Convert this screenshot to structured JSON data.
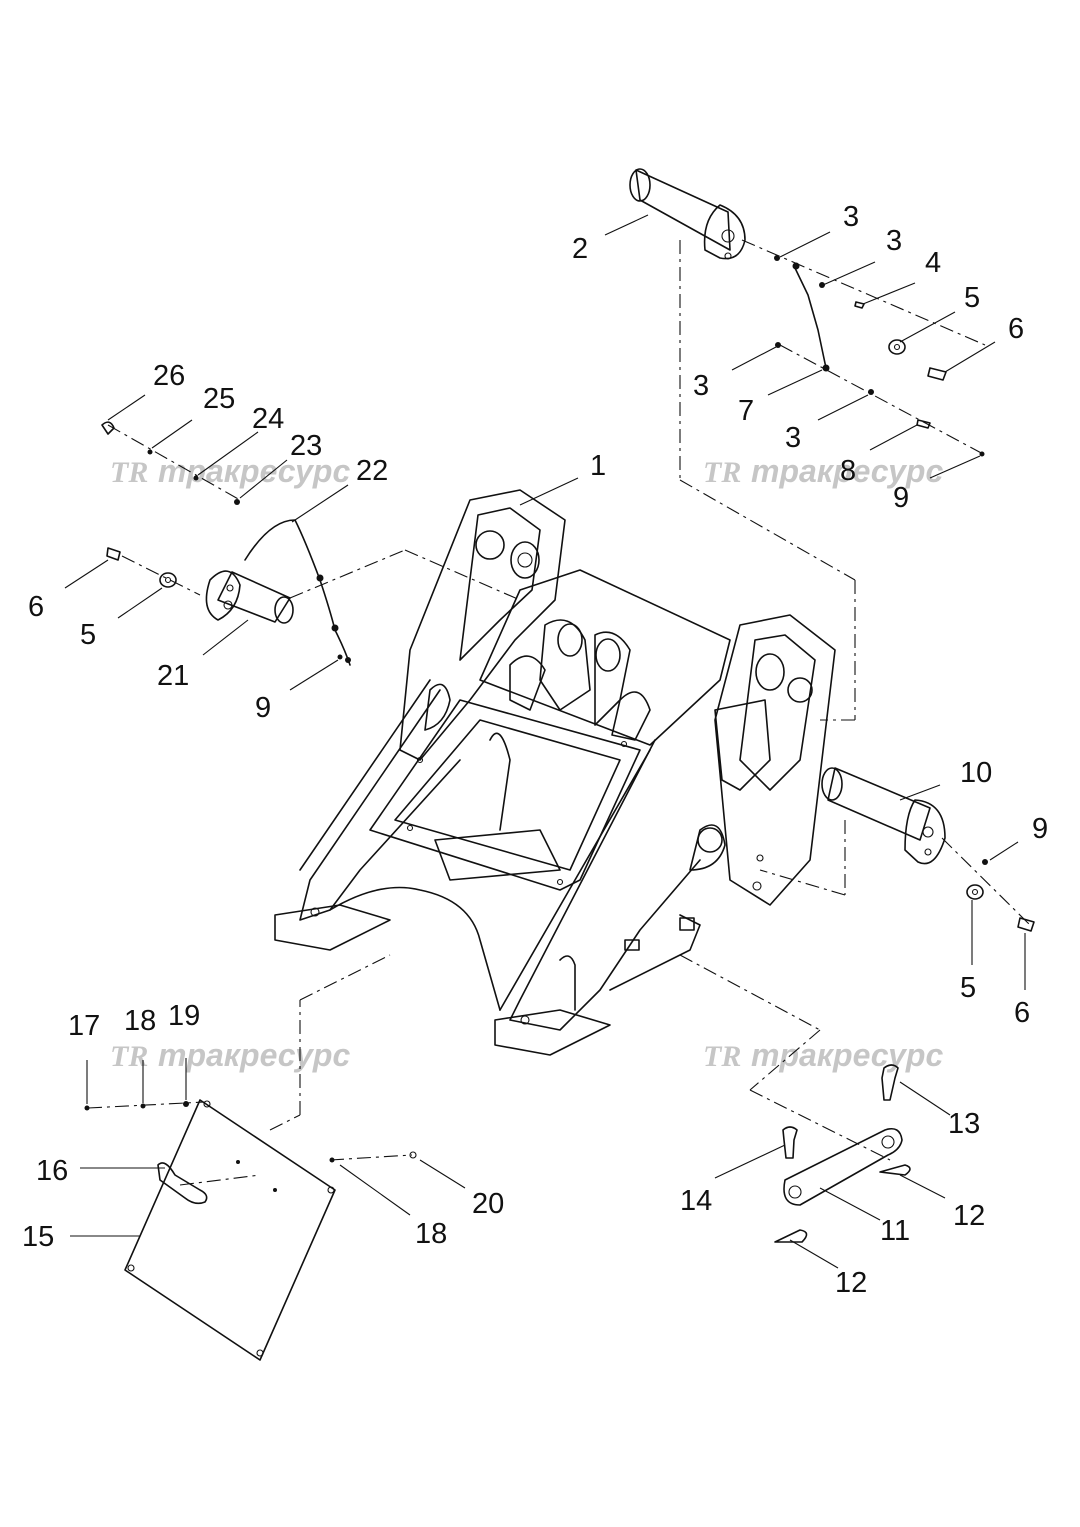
{
  "watermark": {
    "logo": "TR",
    "text": "тракресурс"
  },
  "callouts": [
    {
      "id": "c1",
      "label": "1"
    },
    {
      "id": "c2",
      "label": "2"
    },
    {
      "id": "c3a",
      "label": "3"
    },
    {
      "id": "c3b",
      "label": "3"
    },
    {
      "id": "c3c",
      "label": "3"
    },
    {
      "id": "c3d",
      "label": "3"
    },
    {
      "id": "c4",
      "label": "4"
    },
    {
      "id": "c5a",
      "label": "5"
    },
    {
      "id": "c5b",
      "label": "5"
    },
    {
      "id": "c5c",
      "label": "5"
    },
    {
      "id": "c6a",
      "label": "6"
    },
    {
      "id": "c6b",
      "label": "6"
    },
    {
      "id": "c6c",
      "label": "6"
    },
    {
      "id": "c7",
      "label": "7"
    },
    {
      "id": "c8",
      "label": "8"
    },
    {
      "id": "c9a",
      "label": "9"
    },
    {
      "id": "c9b",
      "label": "9"
    },
    {
      "id": "c9c",
      "label": "9"
    },
    {
      "id": "c10",
      "label": "10"
    },
    {
      "id": "c11",
      "label": "11"
    },
    {
      "id": "c12a",
      "label": "12"
    },
    {
      "id": "c12b",
      "label": "12"
    },
    {
      "id": "c13",
      "label": "13"
    },
    {
      "id": "c14",
      "label": "14"
    },
    {
      "id": "c15",
      "label": "15"
    },
    {
      "id": "c16",
      "label": "16"
    },
    {
      "id": "c17",
      "label": "17"
    },
    {
      "id": "c18a",
      "label": "18"
    },
    {
      "id": "c18b",
      "label": "18"
    },
    {
      "id": "c19",
      "label": "19"
    },
    {
      "id": "c20",
      "label": "20"
    },
    {
      "id": "c21",
      "label": "21"
    },
    {
      "id": "c22",
      "label": "22"
    },
    {
      "id": "c23",
      "label": "23"
    },
    {
      "id": "c24",
      "label": "24"
    },
    {
      "id": "c25",
      "label": "25"
    },
    {
      "id": "c26",
      "label": "26"
    }
  ]
}
